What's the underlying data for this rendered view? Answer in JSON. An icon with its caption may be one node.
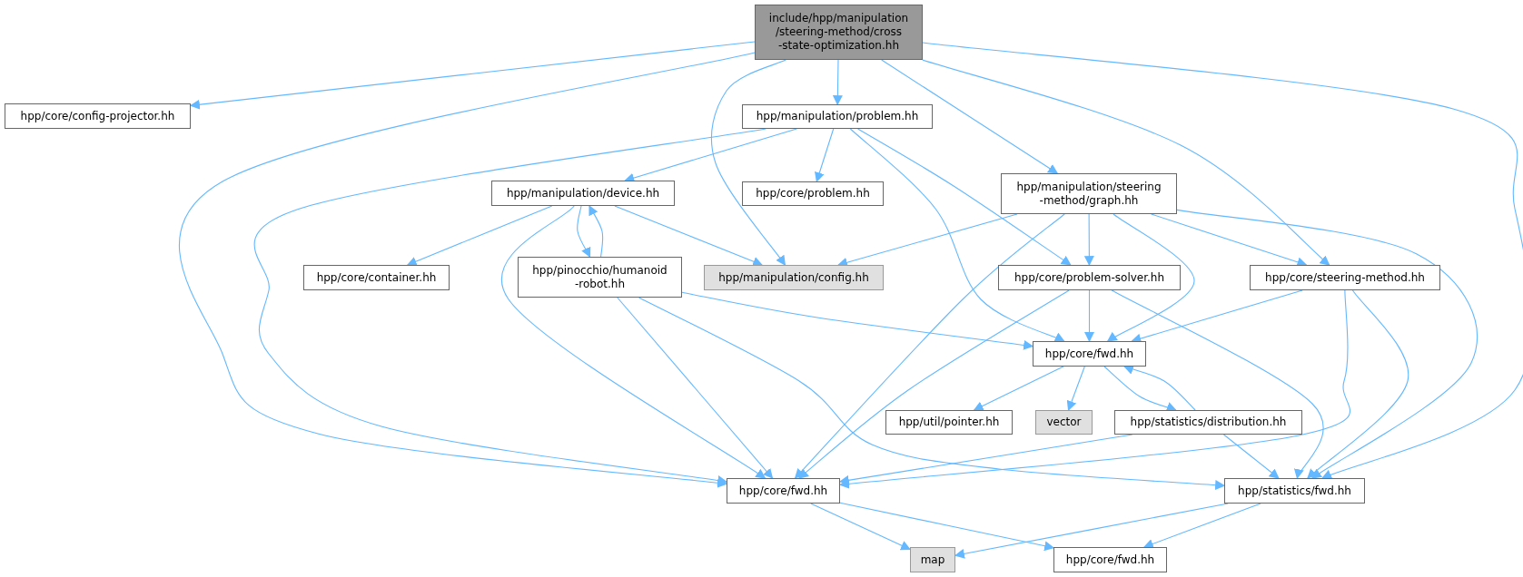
{
  "diagram": {
    "nodes": [
      {
        "text": [
          "include/hpp/manipulation /steering-method/cross -state-optimization.hh"
        ]
      },
      {
        "text": [
          "hpp/core/config-projector.hh"
        ]
      },
      {
        "text": [
          "hpp/manipulation/problem.hh"
        ]
      },
      {
        "text": [
          "hpp/manipulation/device.hh"
        ]
      },
      {
        "text": [
          "hpp/core/problem.hh"
        ]
      },
      {
        "text": [
          "hpp/manipulation/steering -method/graph.hh"
        ]
      },
      {
        "text": [
          "hpp/core/container.hh"
        ]
      },
      {
        "text": [
          "hpp/pinocchio/humanoid -robot.hh"
        ]
      },
      {
        "text": [
          "hpp/manipulation/config.hh"
        ]
      },
      {
        "text": [
          "hpp/core/problem-solver.hh"
        ]
      },
      {
        "text": [
          "hpp/core/steering-method.hh"
        ]
      },
      {
        "text": [
          "hpp/core/fwd.hh"
        ]
      },
      {
        "text": [
          "hpp/util/pointer.hh"
        ]
      },
      {
        "text": [
          "vector"
        ]
      },
      {
        "text": [
          "hpp/statistics/distribution.hh"
        ]
      },
      {
        "text": [
          "hpp/core/fwd.hh"
        ]
      },
      {
        "text": [
          "hpp/statistics/fwd.hh"
        ]
      },
      {
        "text": [
          "map"
        ]
      },
      {
        "text": [
          "hpp/core/fwd.hh"
        ]
      }
    ],
    "edges": [
      {
        "from": 0,
        "to": 1,
        "arrow": "to"
      },
      {
        "from": 0,
        "to": 15,
        "arrow": "to"
      },
      {
        "from": 0,
        "to": 8,
        "arrow": "to"
      },
      {
        "from": 0,
        "to": 2,
        "arrow": "to"
      },
      {
        "from": 0,
        "to": 5,
        "arrow": "to"
      },
      {
        "from": 0,
        "to": 10,
        "arrow": "to"
      },
      {
        "from": 0,
        "to": 16,
        "arrow": "to"
      },
      {
        "from": 2,
        "to": 15,
        "arrow": "to"
      },
      {
        "from": 2,
        "to": 3,
        "arrow": "to"
      },
      {
        "from": 2,
        "to": 4,
        "arrow": "to"
      },
      {
        "from": 2,
        "to": 11,
        "arrow": "to"
      },
      {
        "from": 2,
        "to": 9,
        "arrow": "to"
      },
      {
        "from": 3,
        "to": 6,
        "arrow": "to"
      },
      {
        "from": 3,
        "to": 15,
        "arrow": "to"
      },
      {
        "from": 3,
        "to": 7,
        "arrow": "to"
      },
      {
        "from": 7,
        "to": 3,
        "arrow": "to"
      },
      {
        "from": 3,
        "to": 8,
        "arrow": "to"
      },
      {
        "from": 7,
        "to": 11,
        "arrow": "to"
      },
      {
        "from": 7,
        "to": 15,
        "arrow": "to"
      },
      {
        "from": 7,
        "to": 16,
        "arrow": "to"
      },
      {
        "from": 5,
        "to": 8,
        "arrow": "to"
      },
      {
        "from": 5,
        "to": 15,
        "arrow": "to"
      },
      {
        "from": 5,
        "to": 9,
        "arrow": "to"
      },
      {
        "from": 5,
        "to": 11,
        "arrow": "to"
      },
      {
        "from": 5,
        "to": 10,
        "arrow": "to"
      },
      {
        "from": 5,
        "to": 16,
        "arrow": "to"
      },
      {
        "from": 9,
        "to": 11,
        "arrow": "to"
      },
      {
        "from": 9,
        "to": 15,
        "arrow": "to"
      },
      {
        "from": 9,
        "to": 16,
        "arrow": "to"
      },
      {
        "from": 10,
        "to": 11,
        "arrow": "to"
      },
      {
        "from": 10,
        "to": 15,
        "arrow": "to"
      },
      {
        "from": 10,
        "to": 16,
        "arrow": "to"
      },
      {
        "from": 11,
        "to": 12,
        "arrow": "to"
      },
      {
        "from": 11,
        "to": 13,
        "arrow": "to"
      },
      {
        "from": 11,
        "to": 14,
        "arrow": "to"
      },
      {
        "from": 14,
        "to": 11,
        "arrow": "to"
      },
      {
        "from": 14,
        "to": 15,
        "arrow": "to"
      },
      {
        "from": 14,
        "to": 16,
        "arrow": "to"
      },
      {
        "from": 15,
        "to": 17,
        "arrow": "to"
      },
      {
        "from": 15,
        "to": 18,
        "arrow": "to"
      },
      {
        "from": 16,
        "to": 17,
        "arrow": "to"
      },
      {
        "from": 16,
        "to": 18,
        "arrow": "to"
      }
    ]
  }
}
